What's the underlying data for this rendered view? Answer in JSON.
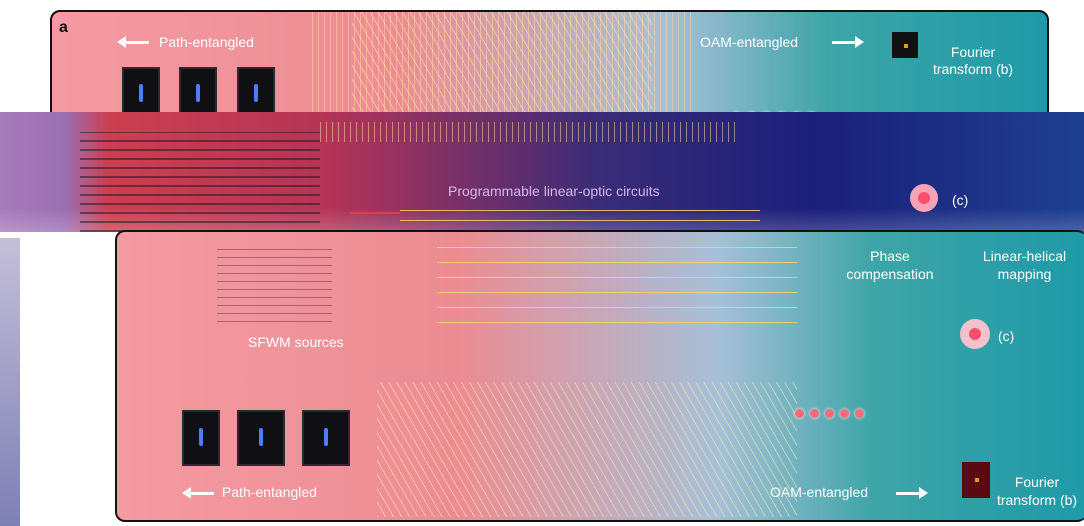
{
  "panel_label": "a",
  "top": {
    "path_entangled": "Path-entangled",
    "oam_entangled": "OAM-entangled",
    "fourier_transform": "Fourier\ntransform (b)"
  },
  "middle": {
    "programmable": "Programmable linear-optic circuits",
    "c_label": "(c)"
  },
  "bottom": {
    "phase_compensation_1": "Phase",
    "phase_compensation_2": "compensation",
    "linear_helical_1": "Linear-helical",
    "linear_helical_2": "mapping",
    "c_label": "(c)",
    "sfwm_sources": "SFWM sources",
    "path_entangled": "Path-entangled",
    "oam_entangled": "OAM-entangled",
    "fourier_transform_1": "Fourier",
    "fourier_transform_2": "transform (b)"
  },
  "colors": {
    "chip_left": "#f59aa2",
    "chip_right": "#1e9aa8",
    "waveguide": "#f5d66b",
    "heater_red": "#e53b4b",
    "text": "#ffffff"
  }
}
